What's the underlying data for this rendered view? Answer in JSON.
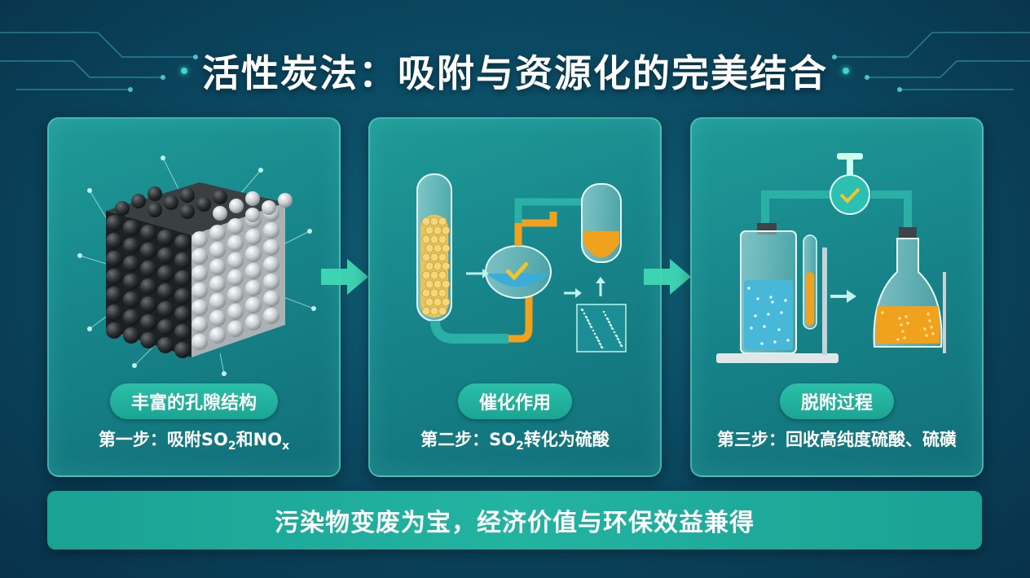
{
  "title": "活性炭法：吸附与资源化的完美结合",
  "steps": [
    {
      "label": "丰富的孔隙结构",
      "step_prefix": "第一步：吸附SO",
      "step_sub1": "2",
      "step_mid": "和NO",
      "step_sub2": "x",
      "icon": "activated-carbon-cube-icon"
    },
    {
      "label": "催化作用",
      "step_prefix": "第二步：SO",
      "step_sub1": "2",
      "step_rest": "转化为硫酸",
      "icon": "catalysis-apparatus-icon"
    },
    {
      "label": "脱附过程",
      "step_text": "第三步：回收高纯度硫酸、硫磺",
      "icon": "desorption-apparatus-icon"
    }
  ],
  "bottom_text": "污染物变废为宝，经济价值与环保效益兼得",
  "colors": {
    "accent": "#2bbfa8",
    "panel": "#17858a",
    "background": "#0b4a63",
    "liquid_orange": "#f0a11e",
    "liquid_blue": "#47b8d8"
  }
}
